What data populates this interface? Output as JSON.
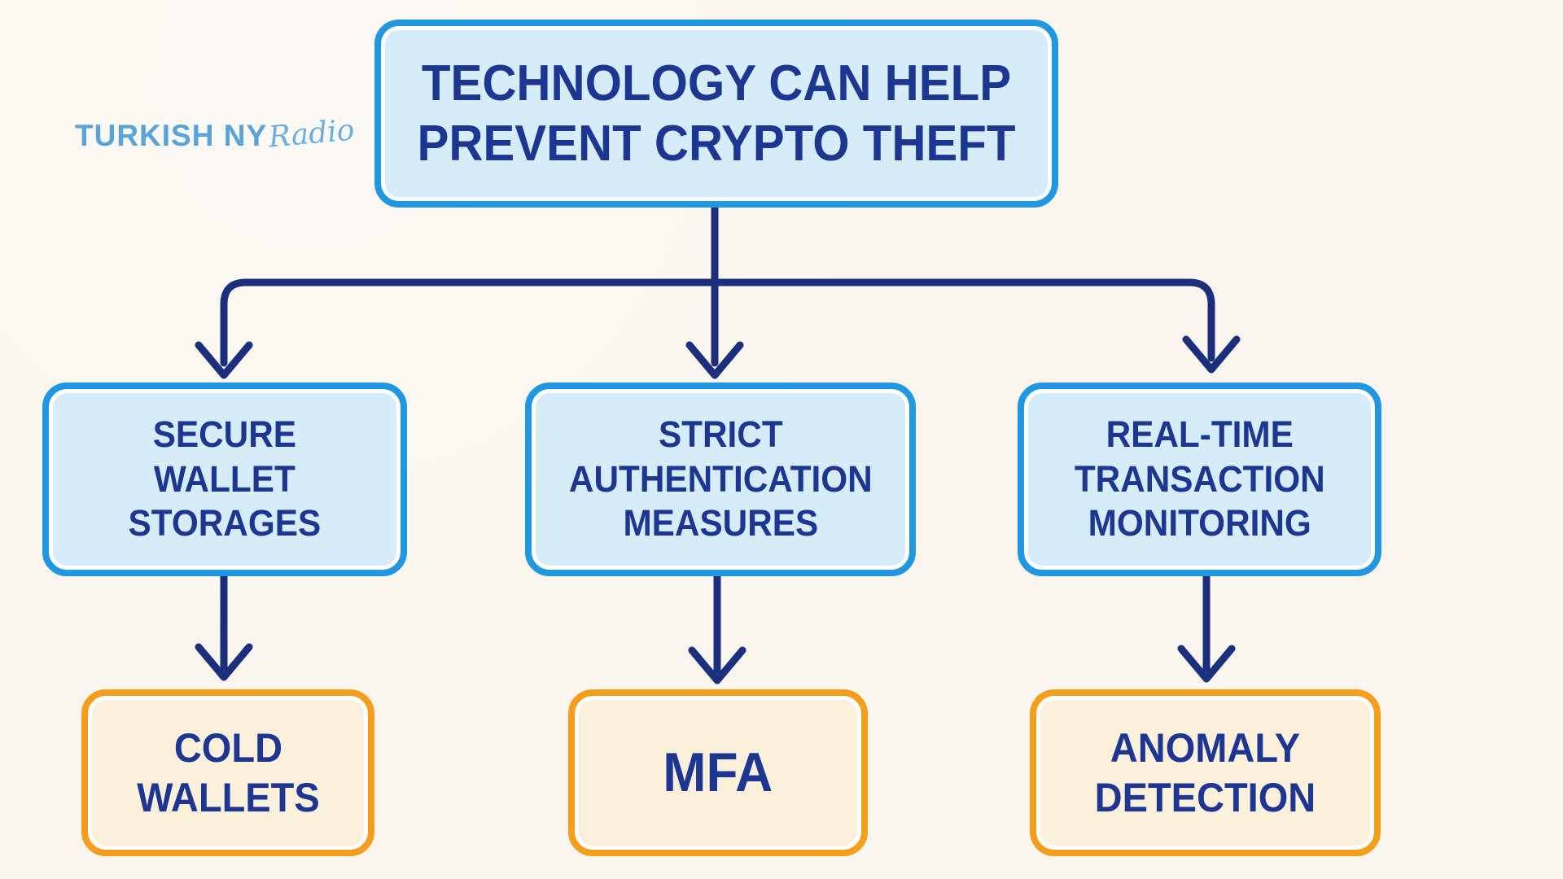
{
  "logo": {
    "brand": "TURKISH NY",
    "script": "Radio"
  },
  "flowchart": {
    "root": {
      "label": "TECHNOLOGY CAN HELP\nPREVENT CRYPTO THEFT"
    },
    "branches": [
      {
        "category": "SECURE\nWALLET\nSTORAGES",
        "solution": "COLD\nWALLETS"
      },
      {
        "category": "STRICT\nAUTHENTICATION\nMEASURES",
        "solution": "MFA"
      },
      {
        "category": "REAL-TIME\nTRANSACTION\nMONITORING",
        "solution": "ANOMALY\nDETECTION"
      }
    ]
  },
  "colors": {
    "background": "#FAF6EF",
    "blue_box_border": "#2196E1",
    "blue_box_fill": "#D6EDF9",
    "orange_box_border": "#F59E1B",
    "orange_box_fill": "#FBF0DC",
    "label_navy": "#1C3692",
    "arrow_navy": "#1C2F7D",
    "logo_blue": "#58A3DC"
  }
}
